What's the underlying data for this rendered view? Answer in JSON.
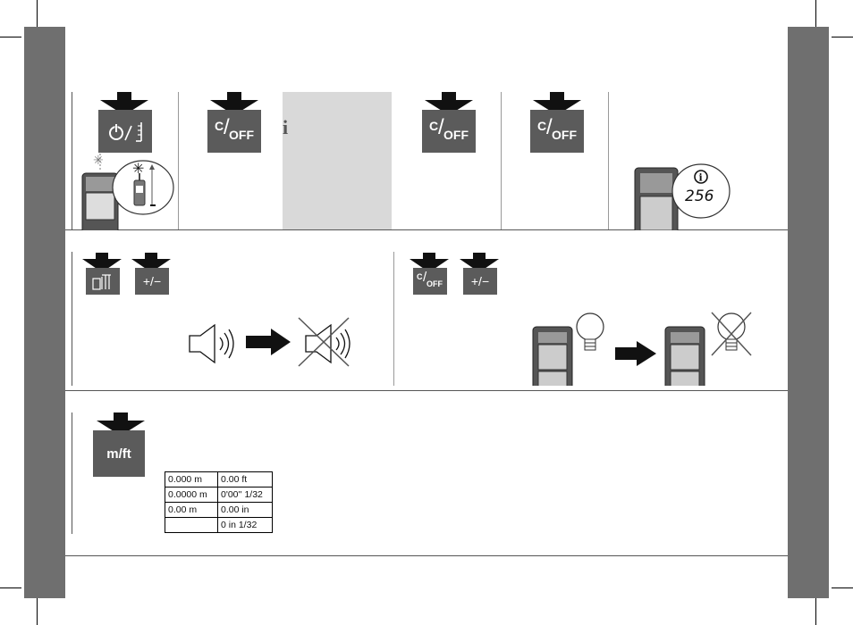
{
  "keys": {
    "power_distance": "power / distance key",
    "clear_off_label": "OFF",
    "clear_off_c": "C",
    "unit_key_label": "m/ft",
    "plus_minus_label": "+/−"
  },
  "info_counter": "256",
  "unit_table": {
    "rows": [
      [
        "0.000 m",
        "0.00 ft"
      ],
      [
        "0.0000 m",
        "0'00'' 1/32"
      ],
      [
        "0.00 m",
        "0.00 in"
      ],
      [
        "",
        "0 in 1/32"
      ]
    ]
  },
  "colors": {
    "sidebar": "#6f6f6f",
    "key": "#5b5b5b",
    "info_panel": "#d9d9d9"
  }
}
